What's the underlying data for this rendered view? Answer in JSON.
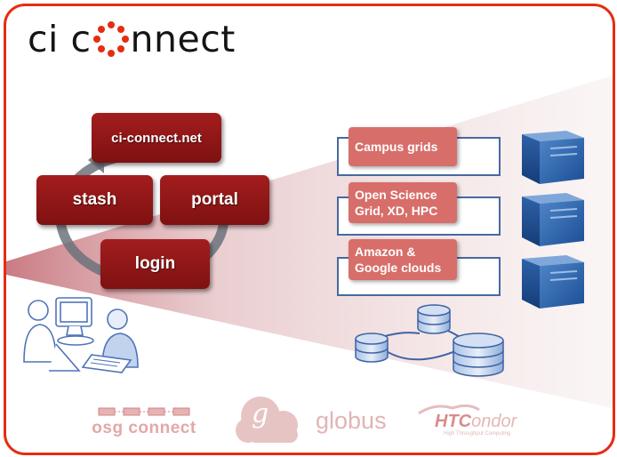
{
  "brand": {
    "prefix": "ci c",
    "suffix": "nnect",
    "accent": "#e52d12"
  },
  "hub": {
    "site": "ci-connect.net",
    "stash": "stash",
    "portal": "portal",
    "login": "login",
    "box_color": "#8f1515"
  },
  "resources": [
    {
      "line1": "Campus grids",
      "line2": ""
    },
    {
      "line1": "Open Science",
      "line2": "Grid, XD, HPC"
    },
    {
      "line1": "Amazon &",
      "line2": "Google clouds"
    }
  ],
  "footer": {
    "osg": "osg connect",
    "globus_mark": "g",
    "globus": "globus",
    "htc": "HTC",
    "condor": "ondor",
    "htc_tagline": "High Throughput Computing"
  },
  "icons": {
    "users": "users-at-workstation-icon",
    "server": "server-rack-icon",
    "database": "database-icon",
    "cycle": "cycle-arrow-icon"
  }
}
